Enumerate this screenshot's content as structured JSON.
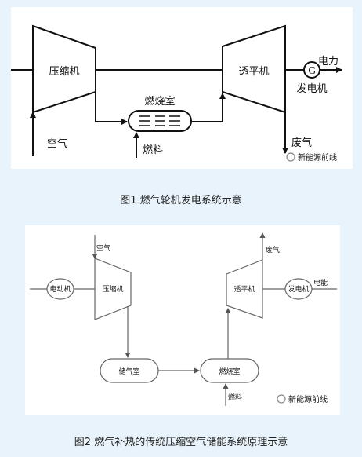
{
  "figure1": {
    "compressor": "压缩机",
    "turbine": "透平机",
    "combustor": "燃烧室",
    "generator_symbol": "G",
    "power": "电力",
    "generator": "发电机",
    "air": "空气",
    "fuel": "燃料",
    "exhaust": "废气",
    "watermark": "新能源前线",
    "caption": "图1 燃气轮机发电系统示意"
  },
  "figure2": {
    "air": "空气",
    "exhaust": "废气",
    "motor": "电动机",
    "compressor": "压缩机",
    "turbine": "透平机",
    "generator": "发电机",
    "electric_energy": "电能",
    "storage": "储气室",
    "combustor": "燃烧室",
    "fuel": "燃料",
    "watermark": "新能源前线",
    "caption": "图2 燃气补热的传统压缩空气储能系统原理示意"
  },
  "colors": {
    "background": "#e8f3fb",
    "panel": "#ffffff",
    "line_fig1": "#111111",
    "line_fig2": "#666666"
  }
}
